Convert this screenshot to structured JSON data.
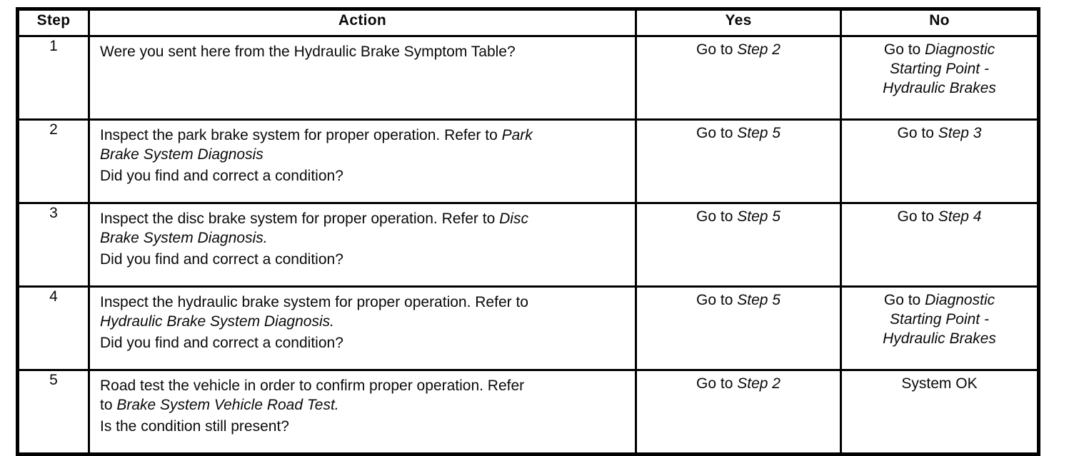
{
  "table": {
    "headers": [
      "Step",
      "Action",
      "Yes",
      "No"
    ],
    "rows": [
      {
        "step": "1",
        "action_lines": [
          [
            {
              "t": "Were you sent here from the Hydraulic Brake Symptom Table?",
              "i": false
            }
          ]
        ],
        "question": null,
        "yes_lines": [
          [
            {
              "t": "Go to ",
              "i": false
            },
            {
              "t": "Step 2",
              "i": true
            }
          ]
        ],
        "no_lines": [
          [
            {
              "t": "Go to ",
              "i": false
            },
            {
              "t": "Diagnostic",
              "i": true
            }
          ],
          [
            {
              "t": "Starting Point -",
              "i": true
            }
          ],
          [
            {
              "t": "Hydraulic Brakes",
              "i": true
            }
          ]
        ]
      },
      {
        "step": "2",
        "action_lines": [
          [
            {
              "t": "Inspect the park brake system for proper operation. Refer to ",
              "i": false
            },
            {
              "t": "Park",
              "i": true
            }
          ],
          [
            {
              "t": "Brake System Diagnosis",
              "i": true
            }
          ]
        ],
        "question": "Did you find and correct a condition?",
        "yes_lines": [
          [
            {
              "t": "Go to ",
              "i": false
            },
            {
              "t": "Step 5",
              "i": true
            }
          ]
        ],
        "no_lines": [
          [
            {
              "t": "Go to ",
              "i": false
            },
            {
              "t": "Step 3",
              "i": true
            }
          ]
        ]
      },
      {
        "step": "3",
        "action_lines": [
          [
            {
              "t": "Inspect the disc brake system for proper operation. Refer to ",
              "i": false
            },
            {
              "t": "Disc",
              "i": true
            }
          ],
          [
            {
              "t": "Brake System Diagnosis.",
              "i": true
            }
          ]
        ],
        "question": "Did you find and correct a condition?",
        "yes_lines": [
          [
            {
              "t": "Go to ",
              "i": false
            },
            {
              "t": "Step 5",
              "i": true
            }
          ]
        ],
        "no_lines": [
          [
            {
              "t": "Go to ",
              "i": false
            },
            {
              "t": "Step 4",
              "i": true
            }
          ]
        ]
      },
      {
        "step": "4",
        "action_lines": [
          [
            {
              "t": "Inspect the hydraulic brake system for proper operation. Refer to",
              "i": false
            }
          ],
          [
            {
              "t": "Hydraulic Brake System Diagnosis.",
              "i": true
            }
          ]
        ],
        "question": "Did you find and correct a condition?",
        "yes_lines": [
          [
            {
              "t": "Go to ",
              "i": false
            },
            {
              "t": "Step 5",
              "i": true
            }
          ]
        ],
        "no_lines": [
          [
            {
              "t": "Go to ",
              "i": false
            },
            {
              "t": "Diagnostic",
              "i": true
            }
          ],
          [
            {
              "t": "Starting Point -",
              "i": true
            }
          ],
          [
            {
              "t": "Hydraulic Brakes",
              "i": true
            }
          ]
        ]
      },
      {
        "step": "5",
        "action_lines": [
          [
            {
              "t": "Road test the vehicle in order to confirm proper operation. Refer",
              "i": false
            }
          ],
          [
            {
              "t": "to ",
              "i": false
            },
            {
              "t": "Brake System Vehicle Road Test.",
              "i": true
            }
          ]
        ],
        "question": "Is the condition still present?",
        "yes_lines": [
          [
            {
              "t": "Go to ",
              "i": false
            },
            {
              "t": "Step 2",
              "i": true
            }
          ]
        ],
        "no_lines": [
          [
            {
              "t": "System OK",
              "i": false
            }
          ]
        ]
      }
    ]
  },
  "colors": {
    "border": "#000000",
    "text": "#0a0a0a",
    "background": "#ffffff"
  }
}
